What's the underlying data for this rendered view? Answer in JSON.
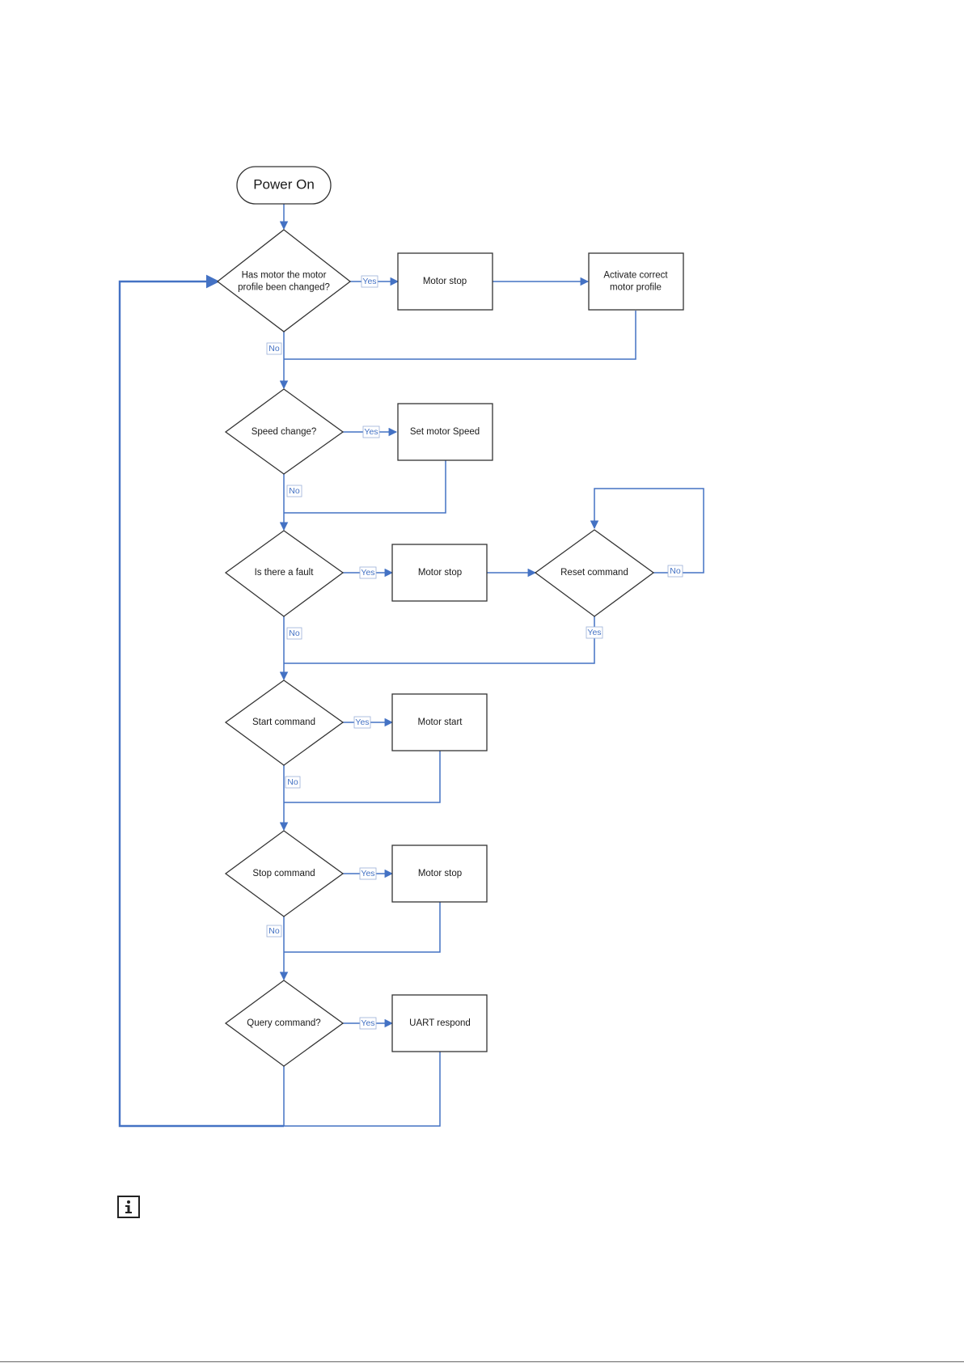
{
  "flowchart": {
    "start": "Power On",
    "nodes": {
      "profile_changed": "Has motor the motor\nprofile been changed?",
      "motor_stop_1": "Motor stop",
      "activate_profile": "Activate correct\nmotor profile",
      "speed_change": "Speed change?",
      "set_speed": "Set motor Speed",
      "fault": "Is there a fault",
      "motor_stop_2": "Motor stop",
      "reset_command": "Reset command",
      "start_command": "Start command",
      "motor_start": "Motor start",
      "stop_command": "Stop command",
      "motor_stop_3": "Motor stop",
      "query_command": "Query command?",
      "uart_respond": "UART respond"
    },
    "labels": {
      "yes": "Yes",
      "no": "No"
    }
  },
  "colors": {
    "connector": "#4472c4",
    "shape_border": "#333333"
  },
  "icons": [
    "info-icon"
  ]
}
